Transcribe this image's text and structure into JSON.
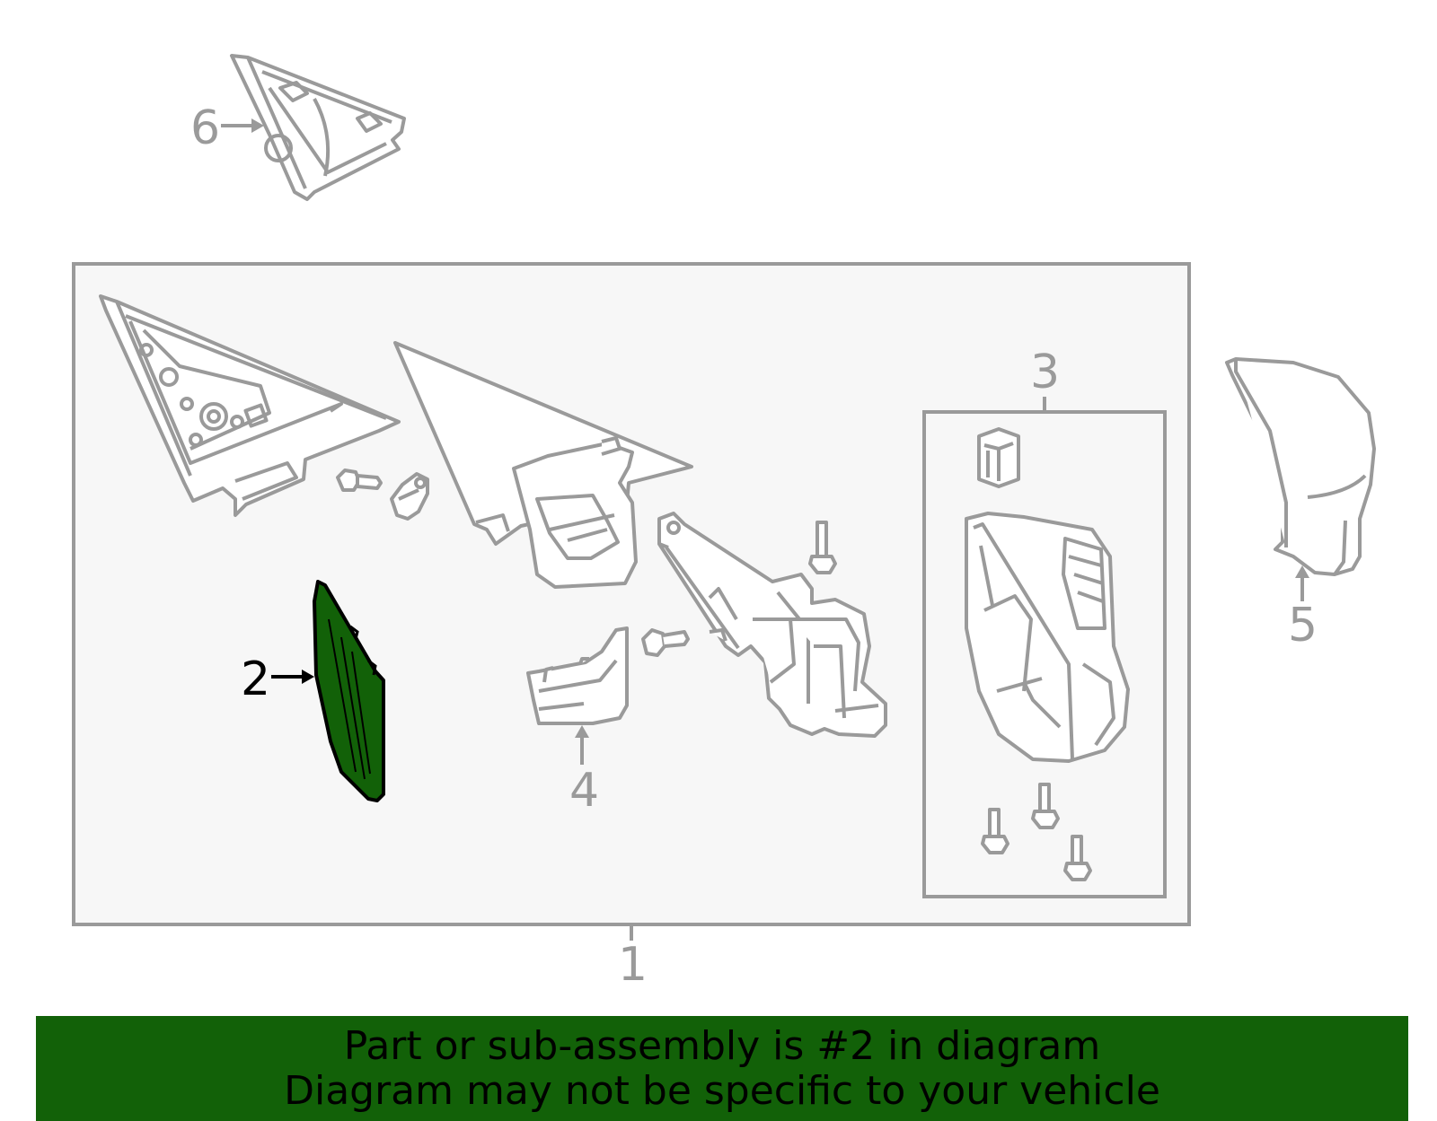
{
  "callouts": {
    "c1": "1",
    "c2": "2",
    "c3": "3",
    "c4": "4",
    "c5": "5",
    "c6": "6"
  },
  "banner": {
    "line1": "Part or sub-assembly is #2 in diagram",
    "line2": "Diagram may not be specific to your vehicle"
  },
  "colors": {
    "line_gray": "#9a9a9a",
    "box_fill": "#f7f7f7",
    "highlight_green": "#126108",
    "banner_green": "#126108"
  }
}
